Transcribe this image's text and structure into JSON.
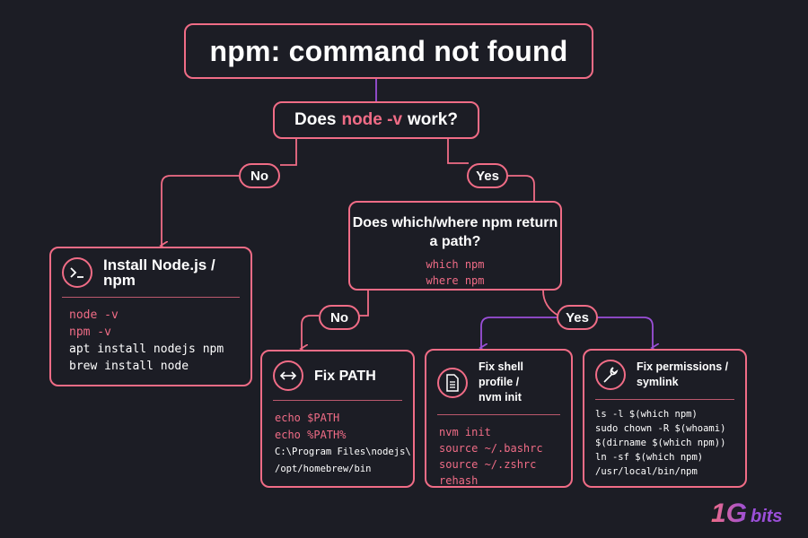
{
  "title": "npm: command not found",
  "question1": {
    "prefix": "Does",
    "command": "node -v",
    "suffix": "work?"
  },
  "labels": {
    "no_1": "No",
    "yes_1": "Yes",
    "no_2": "No",
    "yes_2": "Yes"
  },
  "question2": {
    "text": "Does which/where npm return a path?",
    "commands": [
      "which npm",
      "where npm"
    ]
  },
  "cards": {
    "install": {
      "icon": "terminal-icon",
      "title": "Install Node.js / npm",
      "lines": [
        {
          "text": "node -v",
          "color": "pink"
        },
        {
          "text": "npm -v",
          "color": "pink"
        },
        {
          "text": "apt install nodejs npm",
          "color": "white"
        },
        {
          "text": "brew install node",
          "color": "white"
        }
      ]
    },
    "path": {
      "icon": "arrows-horizontal-icon",
      "title": "Fix PATH",
      "lines": [
        {
          "text": "echo $PATH",
          "color": "pink"
        },
        {
          "text": "echo %PATH%",
          "color": "pink"
        },
        {
          "text": "C:\\Program Files\\nodejs\\",
          "color": "white"
        },
        {
          "text": "/opt/homebrew/bin",
          "color": "white"
        }
      ]
    },
    "shell": {
      "icon": "document-icon",
      "title_line1": "Fix shell profile /",
      "title_line2": "nvm init",
      "lines": [
        {
          "text": "nvm init",
          "color": "pink"
        },
        {
          "text": "source ~/.bashrc",
          "color": "pink"
        },
        {
          "text": "source ~/.zshrc",
          "color": "pink"
        },
        {
          "text": "rehash",
          "color": "pink"
        }
      ]
    },
    "perm": {
      "icon": "wrench-icon",
      "title_line1": "Fix permissions /",
      "title_line2": "symlink",
      "lines": [
        {
          "text": "ls -l $(which npm)",
          "color": "white"
        },
        {
          "text": "sudo chown -R $(whoami)",
          "color": "white"
        },
        {
          "text": "$(dirname $(which npm))",
          "color": "white"
        },
        {
          "text": "ln -sf $(which npm)",
          "color": "white"
        },
        {
          "text": "/usr/local/bin/npm",
          "color": "white"
        }
      ]
    }
  },
  "logo": {
    "number": "1G",
    "word": "bits"
  },
  "colors": {
    "background": "#1c1d25",
    "accent": "#f06c86",
    "purple": "#9b4fd8",
    "text": "#ffffff"
  }
}
